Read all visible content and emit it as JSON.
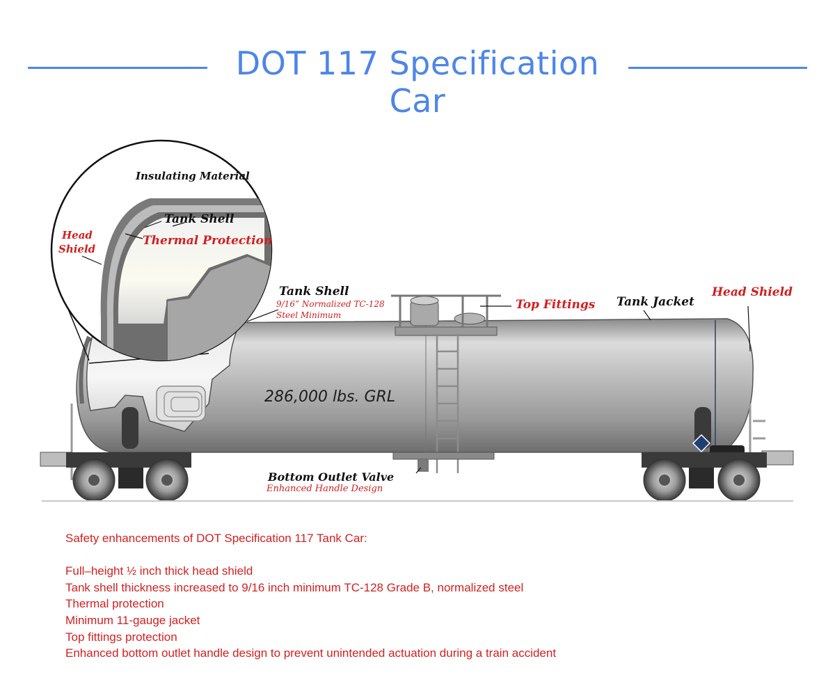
{
  "title": "DOT 117 Specification Car",
  "colors": {
    "accent": "#4d86e6",
    "label_red": "#d21f1f",
    "label_black": "#111111"
  },
  "callouts": {
    "inset_insulating_material": "Insulating Material",
    "inset_tank_shell": "Tank Shell",
    "inset_thermal_protection": "Thermal Protection",
    "inset_head_shield_line1": "Head",
    "inset_head_shield_line2": "Shield",
    "tank_shell": "Tank Shell",
    "tank_shell_sub1": "9/16” Normalized TC-128",
    "tank_shell_sub2": "Steel Minimum",
    "top_fittings": "Top Fittings",
    "tank_jacket": "Tank Jacket",
    "head_shield": "Head Shield",
    "bottom_outlet_valve": "Bottom Outlet Valve",
    "bottom_outlet_sub": "Enhanced Handle Design",
    "capacity": "286,000 lbs. GRL"
  },
  "notes": {
    "intro": "Safety enhancements of DOT Specification 117 Tank Car:",
    "items": [
      "Full–height ½ inch thick head shield",
      "Tank shell thickness increased to 9/16 inch minimum TC-128 Grade B, normalized steel",
      "Thermal protection",
      "Minimum 11-gauge jacket",
      "Top fittings protection",
      "Enhanced bottom outlet handle design to prevent unintended actuation during a train accident"
    ]
  }
}
